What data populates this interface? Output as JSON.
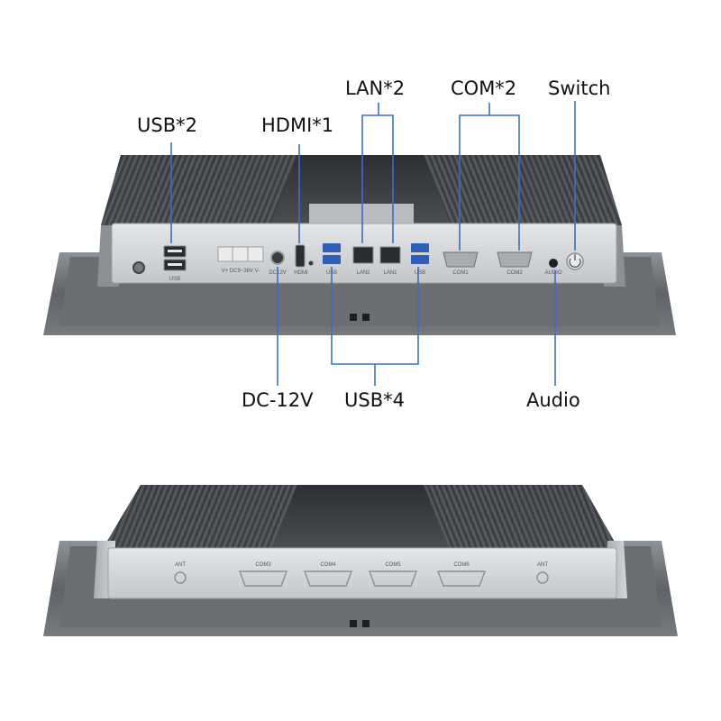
{
  "callouts": {
    "usb2": "USB*2",
    "hdmi": "HDMI*1",
    "lan": "LAN*2",
    "com": "COM*2",
    "switch": "Switch",
    "dc": "DC-12V",
    "usb4": "USB*4",
    "audio": "Audio"
  },
  "top_panel": {
    "usb_left": "USB",
    "power_terminal": "V+ DC9~36V V-",
    "dc12v": "DC12V",
    "hdmi": "HDMI",
    "usb_a": "USB",
    "lan2": "LAN2",
    "lan1": "LAN1",
    "usb_b": "USB",
    "com1": "COM1",
    "com2": "COM2",
    "audio": "AUDIO"
  },
  "bottom_panel": {
    "ant_left": "ANT",
    "com3": "COM3",
    "com4": "COM4",
    "com5": "COM5",
    "com6": "COM6",
    "ant_right": "ANT"
  },
  "colors": {
    "leader_line": "#3b6fc4",
    "frame": "#6e7276",
    "heatsink": "#3c3f43",
    "io_plate": "#d9dcde"
  }
}
